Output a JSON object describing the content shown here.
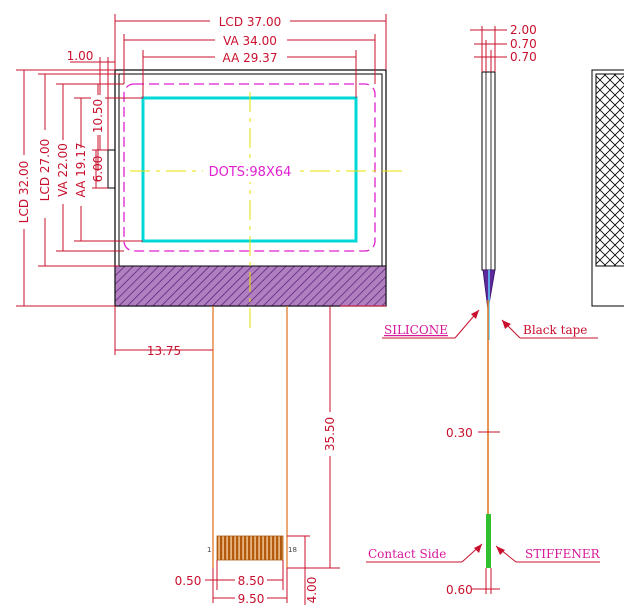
{
  "drawing": {
    "front_view": {
      "lcd_width": "LCD 37.00",
      "va_width": "VA 34.00",
      "aa_width": "AA 29.37",
      "edge_offset": "1.00",
      "lcd_height": "LCD 32.00",
      "lcd_glass_height": "LCD 27.00",
      "va_height": "VA 22.00",
      "aa_height": "AA 19.17",
      "va_top_offset": "10.50",
      "aa_top_offset": "6.00",
      "dots": "DOTS:98X64",
      "fpc_offset": "13.75",
      "fpc_length": "35.50",
      "pin_first": "1",
      "pin_last": "18",
      "contact_margin": "0.50",
      "contact_width": "8.50",
      "fpc_width": "9.50",
      "contact_length": "4.00"
    },
    "side_view": {
      "thickness_total": "2.00",
      "glass_top": "0.70",
      "glass_bottom": "0.70",
      "silicone_label": "SILICONE",
      "black_tape_label": "Black tape",
      "fpc_thickness": "0.30",
      "contact_side_label": "Contact Side",
      "stiffener_label": "STIFFENER",
      "stiffener_thickness": "0.60"
    },
    "colors": {
      "dimension": "#c8102e",
      "va_outline": "#e020d0",
      "aa_outline": "#00d8d8",
      "centerline": "#e8e000",
      "fpc": "#e0701a",
      "hatch": "#6b2a8c",
      "stiffener": "#2fbf2f"
    }
  }
}
